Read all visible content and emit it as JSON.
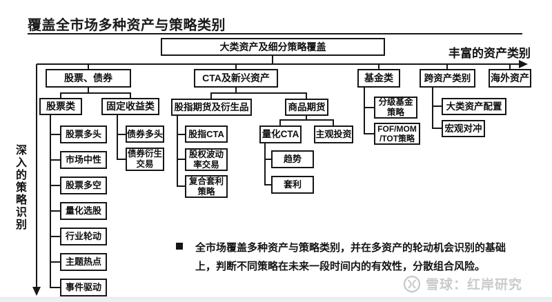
{
  "title": "覆盖全市场多种资产与策略类别",
  "arrows": {
    "horizontal_label": "丰富的资产类别",
    "vertical_label": "深入的策略识别"
  },
  "tree": {
    "root": "大类资产及细分策略覆盖",
    "groups": [
      {
        "label": "股票、债券",
        "children": [
          {
            "label": "股票类",
            "children": [
              "股票多头",
              "市场中性",
              "股票多空",
              "量化选股",
              "行业轮动",
              "主题热点",
              "事件驱动"
            ]
          },
          {
            "label": "固定收益类",
            "children": [
              "债券多头",
              "债券衍生\n交易"
            ]
          }
        ]
      },
      {
        "label": "CTA及新兴资产",
        "children": [
          {
            "label": "股指期货及衍生品",
            "children": [
              "股指CTA",
              "股权波动\n率交易",
              "复合套利\n策略"
            ]
          },
          {
            "label": "商品期货",
            "children": [
              {
                "label": "量化CTA",
                "children": [
                  "趋势",
                  "套利"
                ]
              },
              "主观投资"
            ]
          }
        ]
      },
      {
        "label": "基金类",
        "children": [
          "分级基金\n策略",
          "FOF/MOM\n/TOT策略"
        ]
      },
      {
        "label": "跨资产类别",
        "children": [
          "大类资产配置",
          "宏观对冲"
        ]
      },
      {
        "label": "海外资产"
      }
    ]
  },
  "note": {
    "text": "全市场覆盖多种资产与策略类别，并在多资产的轮动机会识别的基础\n上，判断不同策略在未来一段时间内的有效性，分散组合风险。"
  },
  "watermark": {
    "logo": "xueqiu-snowball-icon",
    "text": "雪球：红岸研究"
  },
  "colors": {
    "line": "#161616",
    "box_border": "#151515",
    "watermark": "#c9cbcd",
    "background": "#ffffff"
  }
}
